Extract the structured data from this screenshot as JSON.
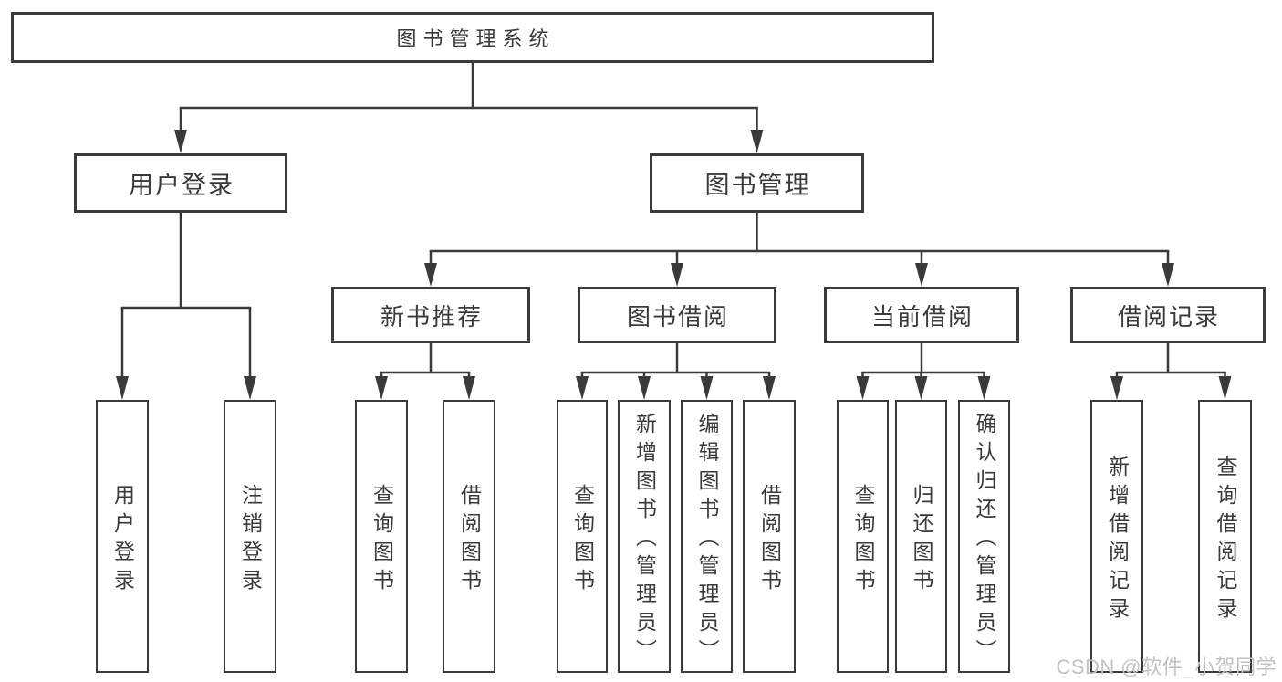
{
  "diagram": {
    "title": "图书管理系统",
    "watermark": "CSDN @软件_小贺同学",
    "colors": {
      "line": "#3a3a3a",
      "text": "#3a3a3a",
      "box_background": "#ffffff",
      "watermark": "#c3c2c6",
      "background": "#ffffff"
    },
    "nodes": [
      {
        "id": "root",
        "label": "图书管理系统",
        "parent": null
      },
      {
        "id": "user-login",
        "label": "用户登录",
        "parent": "root"
      },
      {
        "id": "book-mgmt",
        "label": "图书管理",
        "parent": "root"
      },
      {
        "id": "login-v",
        "label": "用户登录",
        "parent": "user-login"
      },
      {
        "id": "logout-v",
        "label": "注销登录",
        "parent": "user-login"
      },
      {
        "id": "new-book",
        "label": "新书推荐",
        "parent": "book-mgmt"
      },
      {
        "id": "book-borrow",
        "label": "图书借阅",
        "parent": "book-mgmt"
      },
      {
        "id": "current-borrow",
        "label": "当前借阅",
        "parent": "book-mgmt"
      },
      {
        "id": "borrow-records",
        "label": "借阅记录",
        "parent": "book-mgmt"
      },
      {
        "id": "nb-query",
        "label": "查询图书",
        "parent": "new-book"
      },
      {
        "id": "nb-borrow",
        "label": "借阅图书",
        "parent": "new-book"
      },
      {
        "id": "bb-query",
        "label": "查询图书",
        "parent": "book-borrow"
      },
      {
        "id": "bb-add",
        "label": "新增图书（管理员）",
        "parent": "book-borrow"
      },
      {
        "id": "bb-edit",
        "label": "编辑图书（管理员）",
        "parent": "book-borrow"
      },
      {
        "id": "bb-borrow",
        "label": "借阅图书",
        "parent": "book-borrow"
      },
      {
        "id": "cb-query",
        "label": "查询图书",
        "parent": "current-borrow"
      },
      {
        "id": "cb-return",
        "label": "归还图书",
        "parent": "current-borrow"
      },
      {
        "id": "cb-confirm",
        "label": "确认归还（管理员）",
        "parent": "current-borrow"
      },
      {
        "id": "br-add",
        "label": "新增借阅记录",
        "parent": "borrow-records"
      },
      {
        "id": "br-query",
        "label": "查询借阅记录",
        "parent": "borrow-records"
      }
    ]
  }
}
